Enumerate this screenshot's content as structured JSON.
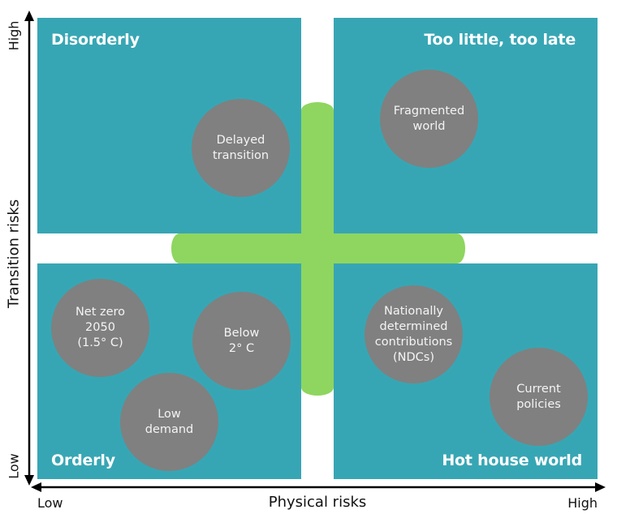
{
  "colors": {
    "quadrant": "#37a6b4",
    "cross": "#8ed65f",
    "bubble": "#808080",
    "axis": "#000000"
  },
  "quadrants": {
    "top_left": {
      "title": "Disorderly"
    },
    "top_right": {
      "title": "Too little, too late"
    },
    "bottom_left": {
      "title": "Orderly"
    },
    "bottom_right": {
      "title": "Hot house world"
    }
  },
  "scenarios": {
    "delayed_transition": "Delayed\ntransition",
    "fragmented_world": "Fragmented\nworld",
    "net_zero_2050": "Net zero\n2050\n(1.5° C)",
    "below_2c": "Below\n2° C",
    "low_demand": "Low\ndemand",
    "ndcs": "Nationally\ndetermined\ncontributions\n(NDCs)",
    "current_policies": "Current\npolicies"
  },
  "axes": {
    "y": {
      "label": "Transition risks",
      "high": "High",
      "low": "Low"
    },
    "x": {
      "label": "Physical risks",
      "low": "Low",
      "high": "High"
    }
  }
}
